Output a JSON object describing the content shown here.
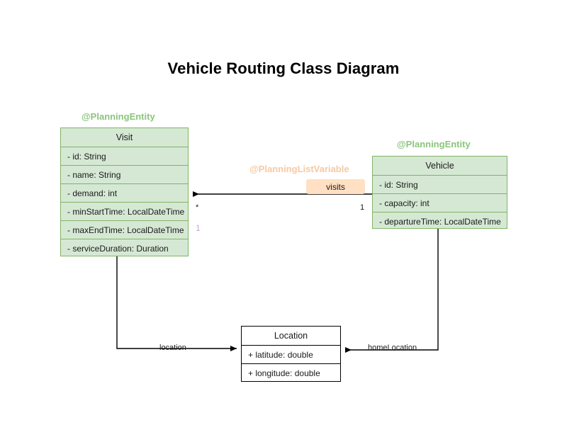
{
  "title": "Vehicle Routing Class Diagram",
  "colors": {
    "entity_fill": "#d5e8d4",
    "entity_border": "#82b366",
    "entity_annotation": "#8cc47c",
    "listvar_annotation": "#f7c9a0",
    "badge_fill": "#ffe0c2",
    "plain_fill": "#ffffff",
    "plain_border": "#000000",
    "edge": "#000000",
    "faded_multiplicity": "#c6a6d6"
  },
  "classes": {
    "visit": {
      "annotation": "@PlanningEntity",
      "name": "Visit",
      "attributes": [
        "- id: String",
        "- name: String",
        "- demand: int",
        "- minStartTime: LocalDateTime",
        "- maxEndTime: LocalDateTime",
        "- serviceDuration: Duration"
      ]
    },
    "vehicle": {
      "annotation": "@PlanningEntity",
      "name": "Vehicle",
      "attributes": [
        "- id: String",
        "- capacity: int",
        "- departureTime: LocalDateTime"
      ]
    },
    "location": {
      "annotation": "",
      "name": "Location",
      "attributes": [
        "+ latitude: double",
        "+ longitude: double"
      ]
    }
  },
  "relations": {
    "visits": {
      "annotation": "@PlanningListVariable",
      "label": "visits",
      "source": "Vehicle",
      "target": "Visit",
      "source_multiplicity": "1",
      "target_multiplicity": "*",
      "extra_multiplicity": "1"
    },
    "location": {
      "label": "location",
      "source": "Visit",
      "target": "Location"
    },
    "home_location": {
      "label": "homeLocation",
      "source": "Vehicle",
      "target": "Location"
    }
  }
}
